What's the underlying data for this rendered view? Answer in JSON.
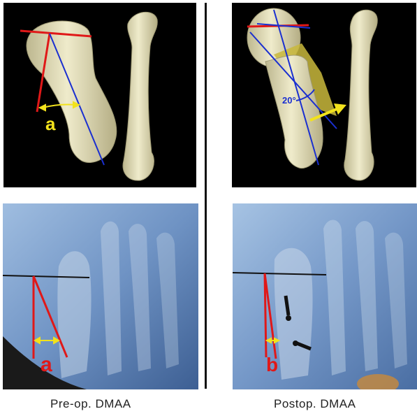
{
  "captions": {
    "left": "Pre-op. DMAA",
    "right": "Postop. DMAA"
  },
  "labels": {
    "pre_model": "a",
    "post_model_angle": "20°",
    "pre_xray": "a",
    "post_xray": "b"
  },
  "colors": {
    "bone": "#e8e3bf",
    "measure_red": "#e01818",
    "axis_blue": "#1a2fd0",
    "arrow_yellow": "#f2e21c",
    "wedge_yellow": "#c9b93c",
    "xray_blue": "#6f93c4"
  }
}
